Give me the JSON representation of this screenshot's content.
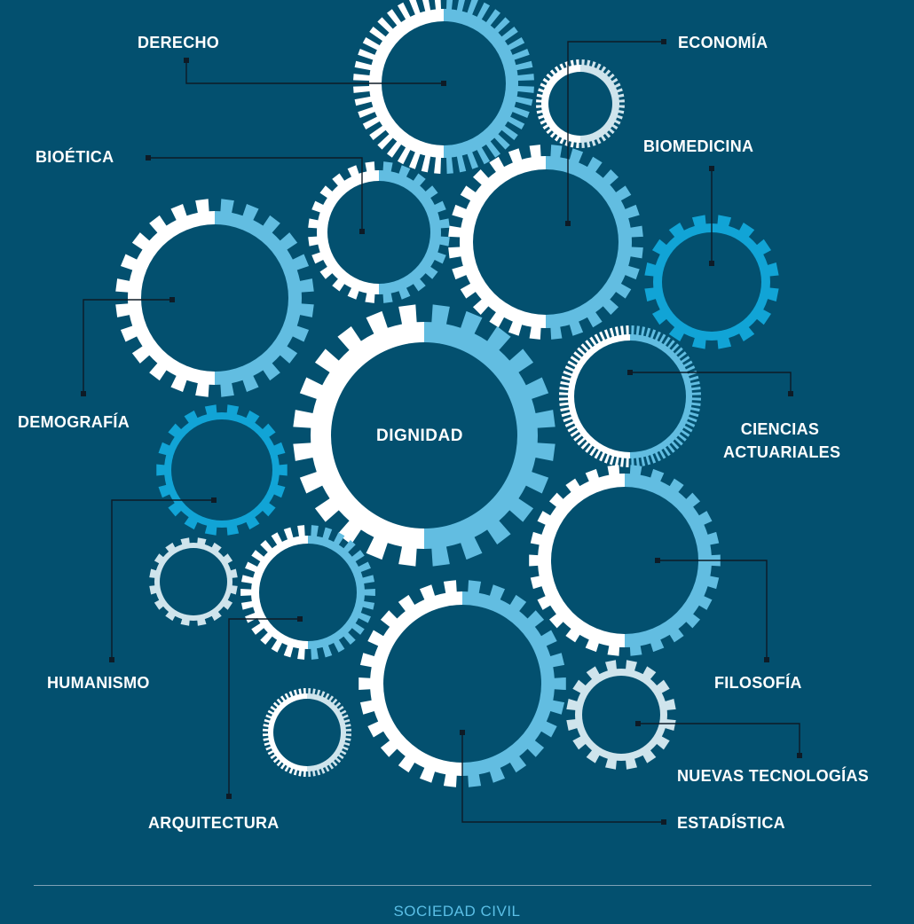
{
  "colors": {
    "background": "#03506f",
    "gear_white": "#ffffff",
    "gear_light_blue": "#62bde1",
    "gear_bright_blue": "#11a4d6",
    "gear_pale": "#cfe4ec",
    "connector_line": "#0e1b26",
    "footer_text": "#5bbfe6"
  },
  "center": {
    "label": "DIGNIDAD"
  },
  "labels": {
    "derecho": "DERECHO",
    "economia": "ECONOMÍA",
    "bioetica": "BIOÉTICA",
    "biomedicina": "BIOMEDICINA",
    "demografia": "DEMOGRAFÍA",
    "ciencias_actuariales_line1": "CIENCIAS",
    "ciencias_actuariales_line2": "ACTUARIALES",
    "humanismo": "HUMANISMO",
    "filosofia": "FILOSOFÍA",
    "nuevas_tecnologias": "NUEVAS TECNOLOGÍAS",
    "arquitectura": "ARQUITECTURA",
    "estadistica": "ESTADÍSTICA"
  },
  "footer": {
    "label": "SOCIEDAD CIVIL"
  }
}
